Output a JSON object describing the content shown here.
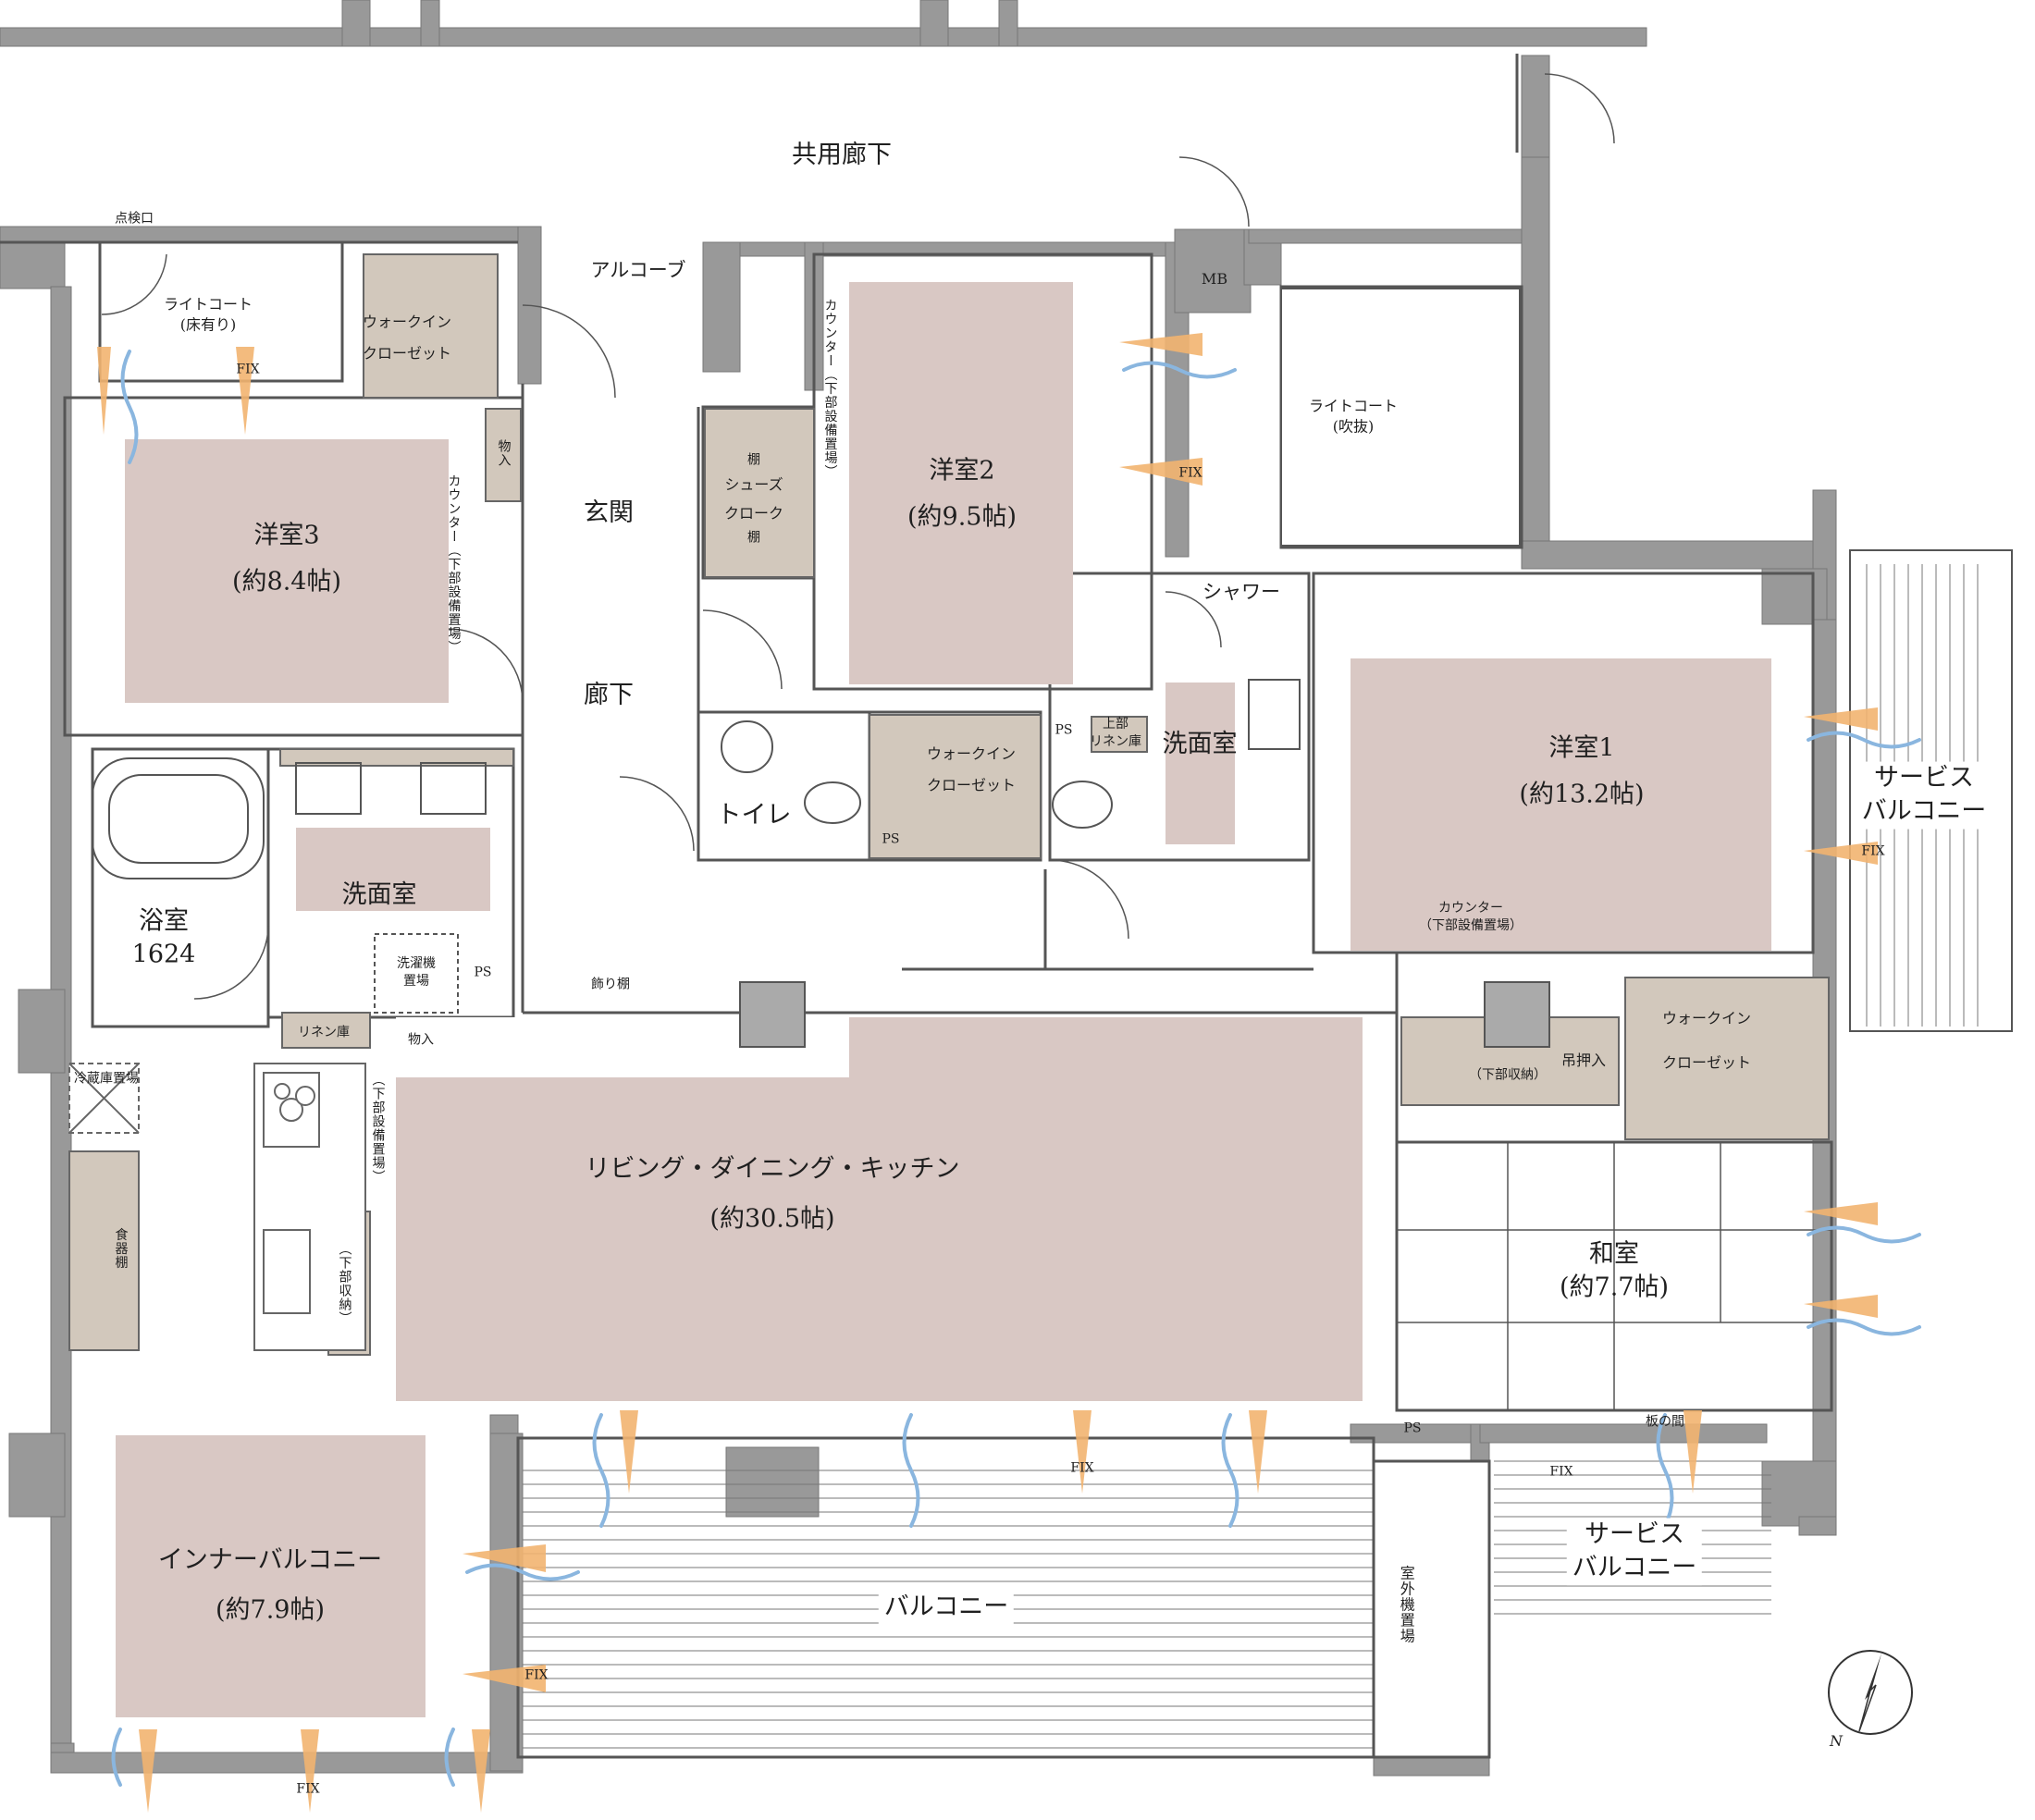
{
  "colors": {
    "wall": "#999999",
    "wall_dark": "#8c8c8c",
    "room_fill": "#d9c8c4",
    "storage_fill": "#d2c8bc",
    "light_court": "#ffffff",
    "window_arrow": "#f2b470",
    "wind_wave": "#8ab6df",
    "line": "#555555"
  },
  "common_corridor": "共用廊下",
  "alcove": "アルコーブ",
  "inspection_port": "点検口",
  "mb": "MB",
  "light_court_floor": {
    "name": "ライトコート",
    "note": "(床有り)"
  },
  "light_court_open": {
    "name": "ライトコート",
    "note": "(吹抜)"
  },
  "rooms": {
    "western3": {
      "name": "洋室3",
      "size": "(約8.4帖)"
    },
    "western2": {
      "name": "洋室2",
      "size": "(約9.5帖)"
    },
    "western1": {
      "name": "洋室1",
      "size": "(約13.2帖)"
    },
    "ldk": {
      "name": "リビング・ダイニング・キッチン",
      "size": "(約30.5帖)"
    },
    "inner_balcony": {
      "name": "インナーバルコニー",
      "size": "(約7.9帖)"
    },
    "japanese": {
      "name": "和室",
      "size": "(約7.7帖)"
    }
  },
  "entrance": "玄関",
  "hallway": "廊下",
  "toilet": "トイレ",
  "shower": "シャワー",
  "washroom_main": "洗面室",
  "washroom_west1": "洗面室",
  "bathroom": {
    "name": "浴室",
    "size": "1624"
  },
  "walk_in_closet": {
    "line1": "ウォークイン",
    "line2": "クローゼット"
  },
  "shoes_cloak": {
    "line1": "シューズ",
    "line2": "クローク",
    "shelf": "棚"
  },
  "storage_in": "物入",
  "linen": "リネン庫",
  "upper_linen": {
    "line1": "上部",
    "line2": "リネン庫"
  },
  "washer": {
    "line1": "洗濯機",
    "line2": "置場"
  },
  "ps": "PS",
  "decor_shelf": "飾り棚",
  "counter_vertical": "カウンター（下部設備置場）",
  "counter_west1": {
    "line1": "カウンター",
    "line2": "（下部設備置場）"
  },
  "lower_equipment": "（下部設備置場）",
  "lower_storage_v": "（下部収納）",
  "lower_storage_h": "（下部収納）",
  "hanging_closet": "吊押入",
  "fridge": "冷蔵庫置場",
  "dish_shelf": "食器棚",
  "board_floor": "板の間",
  "balcony": "バルコニー",
  "service_balcony": {
    "line1": "サービス",
    "line2": "バルコニー"
  },
  "outdoor_unit": "室外機置場",
  "fix": "FIX",
  "north": "N"
}
